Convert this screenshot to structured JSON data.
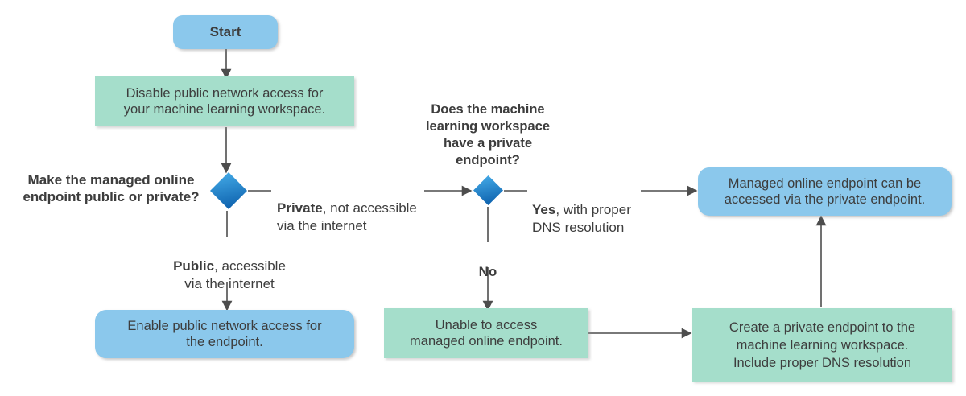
{
  "colors": {
    "blue_box": "#8bc8ec",
    "green_box": "#a5decb",
    "diamond_top": "#3fa4e2",
    "diamond_bottom": "#0d61ad",
    "text": "#3d3d3d",
    "arrow": "#4d4d4d"
  },
  "nodes": {
    "start": "Start",
    "disable_public": "Disable public network access for\nyour machine learning workspace.",
    "enable_public": "Enable public network access for\nthe endpoint.",
    "accessed_private": "Managed online endpoint can be\naccessed via the private endpoint.",
    "unable_access": "Unable to access\nmanaged online endpoint.",
    "create_endpoint": "Create a private endpoint to the\nmachine learning workspace.\nInclude proper DNS resolution"
  },
  "questions": {
    "public_or_private": "Make the managed online\nendpoint public or private?",
    "has_private_endpoint": "Does the machine\nlearning workspace\nhave a private\nendpoint?"
  },
  "edges": {
    "private": {
      "bold": "Private",
      "rest": ", not accessible\nvia the internet"
    },
    "public": {
      "bold": "Public",
      "rest": ", accessible\nvia the internet"
    },
    "yes": {
      "bold": "Yes",
      "rest": ", with proper\nDNS resolution"
    },
    "no": {
      "bold": "No",
      "rest": ""
    }
  }
}
